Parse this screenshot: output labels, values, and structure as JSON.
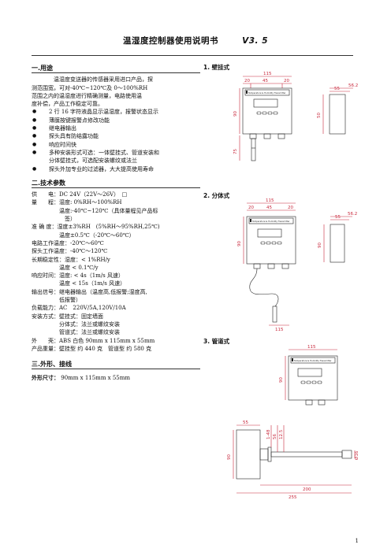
{
  "document": {
    "title": "温湿度控制器使用说明书",
    "version": "V3. 5",
    "page_number": "1"
  },
  "sections": {
    "usage": {
      "heading": "一.用途",
      "intro_lines": [
        "温湿度变送器的传感器采用进口产品，探",
        "测范围宽，可对-40℃~120℃及 0～100%RH",
        "范围之内的温湿度进行精确测量，电路使用温",
        "度补偿，产品工作稳定可靠。"
      ],
      "bullets": [
        [
          "2 行 16 字符液晶显示温湿度，报警状态显示"
        ],
        [
          "薄膜按键报警点修改功能"
        ],
        [
          "继电器输出"
        ],
        [
          "探头具有防结露功能"
        ],
        [
          "响应时间快"
        ],
        [
          "多种安装形式可选：一体壁挂式、管道安装和",
          "分体壁挂式，可选配安装螺纹或法兰"
        ],
        [
          "探头外加专业的过滤器，大大提高使用寿命"
        ]
      ]
    },
    "specs": {
      "heading": "二.技术参数",
      "rows": [
        {
          "k": "供　　电：",
          "v": "DC 24V（22V～26V）　□"
        },
        {
          "k": "量　　程：",
          "v": "湿度: 0%RH～100%RH"
        },
        {
          "k": "",
          "v": "温度:-40℃~120℃（具体量程见产品标",
          "cls": "sub"
        },
        {
          "k": "",
          "v": "签）",
          "cls": "sub2"
        },
        {
          "k": "准 确 度：",
          "v": "湿度±3%RH　(5%RH～95%RH,25℃)"
        },
        {
          "k": "",
          "v": "温度±0.5℃（-20℃～60℃）",
          "cls": "sub"
        },
        {
          "k": "电路工作温度：",
          "v": "-20℃～60℃"
        },
        {
          "k": "探头工作温度：",
          "v": "-40℃～120℃"
        },
        {
          "k": "长期稳定性：",
          "v": "湿度：< 1%RH/y"
        },
        {
          "k": "",
          "v": "温度 < 0.1℃/y",
          "cls": "sub"
        },
        {
          "k": "响应时间：",
          "v": "湿度: < 4s（1m/s 风速）"
        },
        {
          "k": "",
          "v": "温度 < 15s（1m/s 风速）",
          "cls": "sub"
        },
        {
          "k": "输出信号：",
          "v": "继电器输出（温度高,低报警;湿度高,"
        },
        {
          "k": "",
          "v": "低报警）",
          "cls": "sub"
        },
        {
          "k": "负载能力：",
          "v": "AC　220V/5A,120V/10A"
        },
        {
          "k": "安装方式：",
          "v": "壁挂式：固定墙面"
        },
        {
          "k": "",
          "v": "分体式：法兰或螺纹安装",
          "cls": "sub"
        },
        {
          "k": "",
          "v": "管道式：法兰或螺纹安装",
          "cls": "sub"
        },
        {
          "k": "外　　壳：",
          "v": "ABS 白色 90mm x 115mm x 55mm"
        },
        {
          "k": "产品重量：",
          "v": "壁挂型 约 440 克　管道型 约 580 克"
        }
      ]
    },
    "dimensions": {
      "heading": "三.外形、接线",
      "size_label": "外形尺寸：",
      "size_value": "90mm x 115mm x 55mm"
    }
  },
  "diagrams": {
    "wall": {
      "label": "1. 壁挂式",
      "brand_text": "Temperature & Humidity Transmitter",
      "dims": [
        "115",
        "20",
        "45",
        "20",
        "56.2",
        "55",
        "90",
        "50",
        "75"
      ]
    },
    "split": {
      "label": "2. 分体式",
      "brand_text": "Temperature & Humidity Transmitter",
      "dims": [
        "115",
        "20",
        "45",
        "20",
        "56.2",
        "55",
        "90",
        "90",
        "115"
      ]
    },
    "duct": {
      "label": "3. 管道式",
      "brand_text": "Temperature & Humidity Transmitter",
      "dims": [
        "115",
        "90",
        "55",
        "1-48",
        "56",
        "12.5",
        "90",
        "200",
        "255",
        "Ø16"
      ]
    }
  }
}
